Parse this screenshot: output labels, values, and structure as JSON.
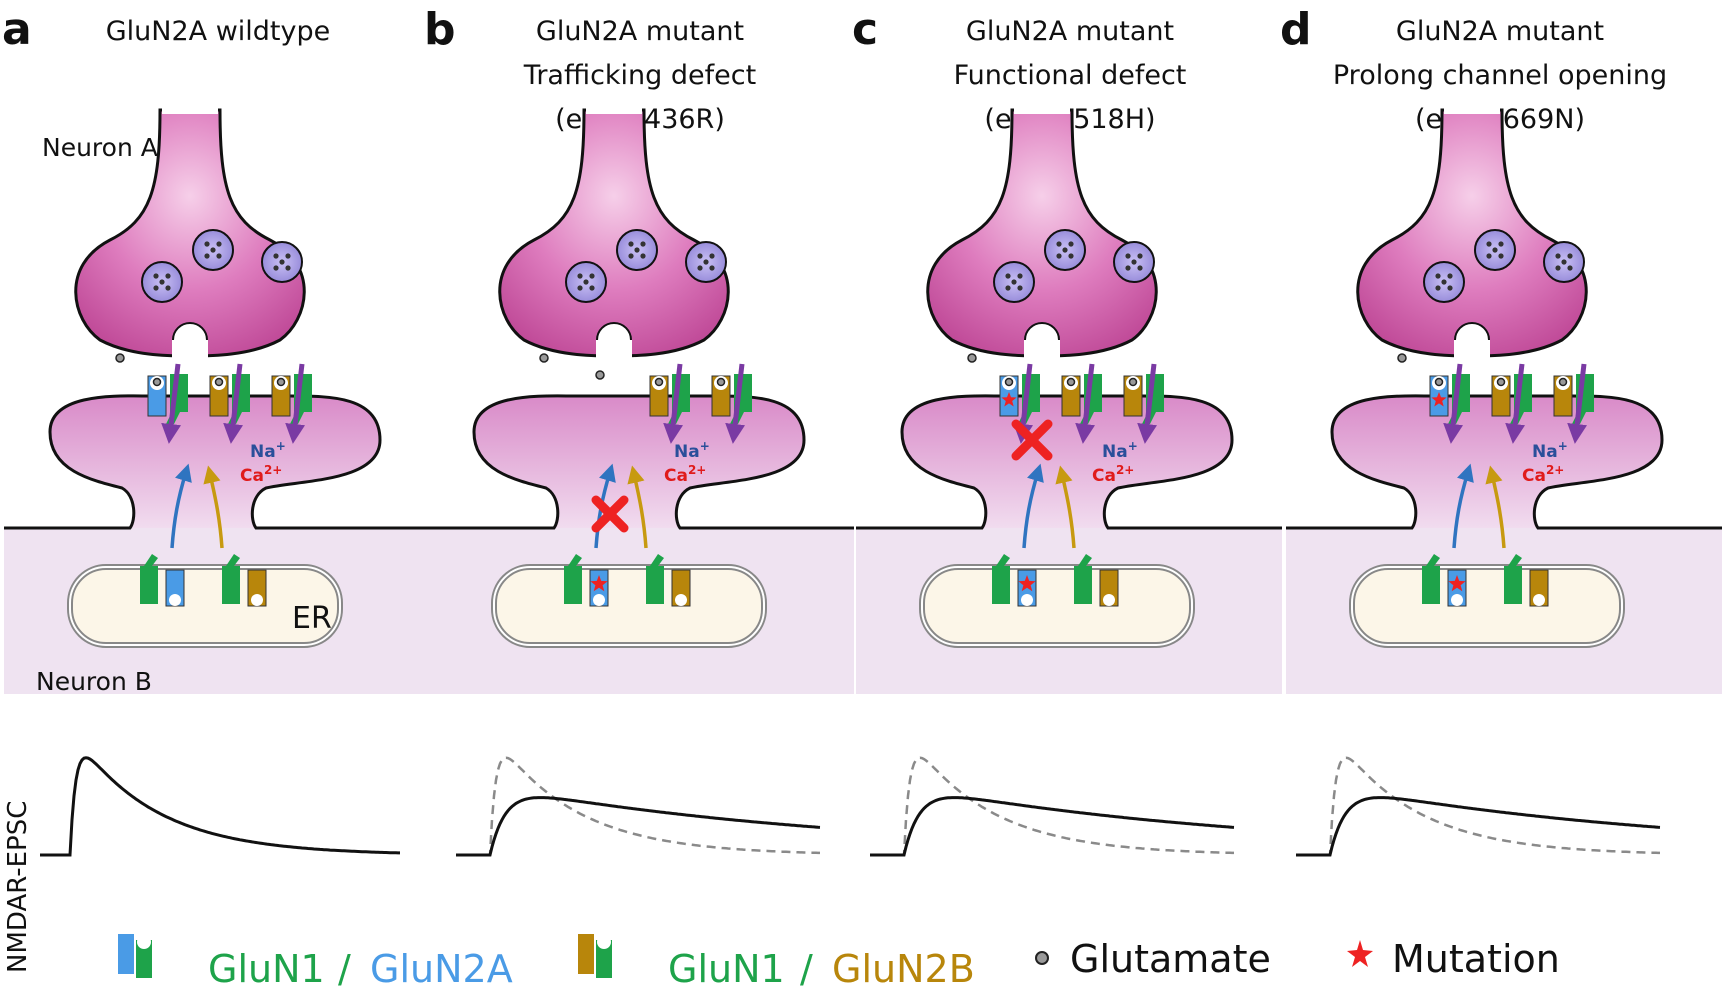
{
  "panels": [
    {
      "letter": "a",
      "title": [
        "GluN2A wildtype"
      ]
    },
    {
      "letter": "b",
      "title": [
        "GluN2A mutant",
        "Trafficking defect",
        "(e.g. C436R)"
      ]
    },
    {
      "letter": "c",
      "title": [
        "GluN2A mutant",
        "Functional defect",
        "(e.g. R518H)"
      ]
    },
    {
      "letter": "d",
      "title": [
        "GluN2A mutant",
        "Prolong channel opening",
        "(e.g. K669N)"
      ]
    }
  ],
  "labels": {
    "neuron_a": "Neuron A",
    "neuron_b": "Neuron B",
    "er": "ER",
    "ylabel": "NMDAR-EPSC",
    "na": "Na",
    "na_sup": "+",
    "ca": "Ca",
    "ca_sup": "2+"
  },
  "legend": {
    "glun1": "GluN1",
    "slash": "/",
    "glun2a": "GluN2A",
    "glun2b": "GluN2B",
    "glutamate": "Glutamate",
    "mutation": "Mutation"
  },
  "colors": {
    "presynaptic": "#d65aa8",
    "postsynaptic": "#e6bfe0",
    "cytoplasm": "#efe3f1",
    "er": "#fcf6e8",
    "vesicle": "#9a8ce0",
    "glun1": "#1ea34a",
    "glun2a": "#4a9be6",
    "glun2b": "#b8860b",
    "ion_arrow": "#7a3aa3",
    "traffic_2a": "#2f74c0",
    "traffic_2b": "#c79a10",
    "block_x": "#ee2222",
    "mutation_star": "#ee2222",
    "trace": "#111111",
    "trace_ref": "#8a8a8a"
  },
  "icons": {
    "glutamate": "glutamate-dot-icon",
    "mutation": "red-star-icon",
    "block": "red-x-icon"
  }
}
